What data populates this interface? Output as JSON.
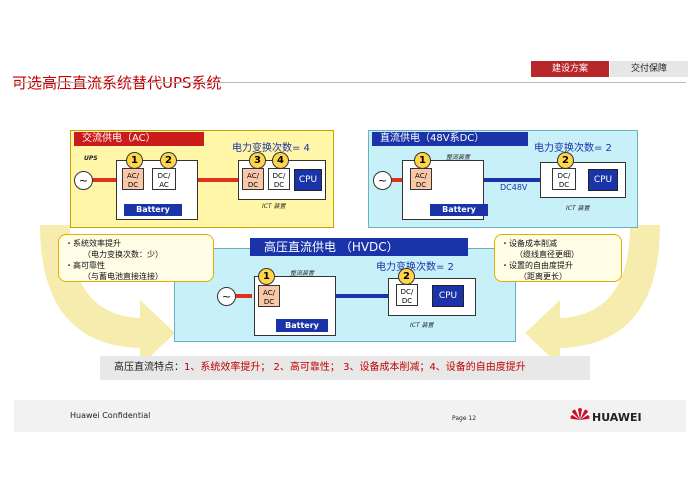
{
  "header": {
    "title": "可选高压直流系统替代UPS系统",
    "tabs": [
      {
        "label": "建设方案"
      },
      {
        "label": "交付保障"
      }
    ]
  },
  "ac_panel": {
    "heading": "交流供电（AC）",
    "conversions": "电力变换次数= 4",
    "ups_label": "UPS",
    "unit1": "AC/\nDC",
    "unit2": "DC/\nAC",
    "unit3": "AC/\nDC",
    "unit4": "DC/\nDC",
    "battery": "Battery",
    "cpu": "CPU",
    "ict_caption": "ICT 装置",
    "markers": [
      "1",
      "2",
      "3",
      "4"
    ]
  },
  "dc48_panel": {
    "heading": "直流供电（48V系DC）",
    "conversions": "电力变换次数= 2",
    "rectifier_caption": "整流装置",
    "unit1": "AC/\nDC",
    "unit2": "DC/\nDC",
    "voltage": "DC48V",
    "battery": "Battery",
    "cpu": "CPU",
    "ict_caption": "ICT 装置",
    "markers": [
      "1",
      "2"
    ]
  },
  "hvdc_panel": {
    "heading": "高压直流供电 （HVDC）",
    "conversions": "电力变换次数= 2",
    "rectifier_caption": "整流装置",
    "unit1": "AC/\nDC",
    "unit2": "DC/\nDC",
    "battery": "Battery",
    "cpu": "CPU",
    "ict_caption": "ICT 装置",
    "markers": [
      "1",
      "2"
    ]
  },
  "left_bubble": {
    "lines": [
      "・系统效率提升",
      "（电力变换次数：少）",
      "・高可靠性",
      "（与蓄电池直接连接）"
    ]
  },
  "right_bubble": {
    "lines": [
      "・设备成本削减",
      "（缆线直径更细）",
      "・设置的自由度提升",
      "（距离更长）"
    ]
  },
  "summary": {
    "prefix": "高压直流特点：",
    "items": "1、系统效率提升；  2、高可靠性；  3、设备成本削减；4、设备的自由度提升"
  },
  "footer": {
    "confidential": "Huawei Confidential",
    "page": "Page 12",
    "brand": "HUAWEI"
  },
  "colors": {
    "accent_red": "#c00000",
    "panel_yellow": "#fff6a8",
    "panel_cyan": "#c8f0f8",
    "wire_red": "#e0301e",
    "wire_blue": "#1a33a8",
    "unit_peach": "#f8c8a8"
  }
}
